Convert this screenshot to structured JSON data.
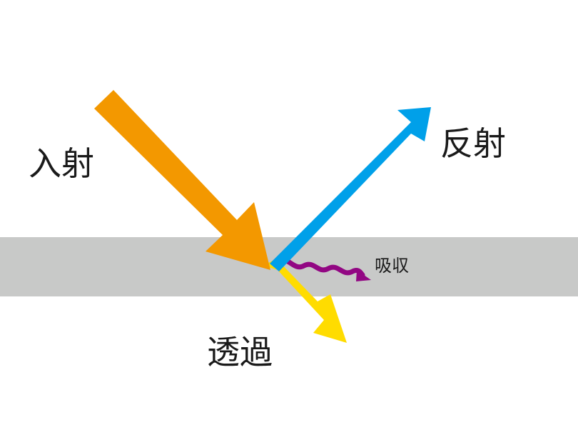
{
  "labels": {
    "incident": "入射",
    "reflection": "反射",
    "transmission": "透過",
    "absorption": "吸収"
  },
  "colors": {
    "medium": "#c8c9c8",
    "incident": "#f39800",
    "reflection": "#00a0e9",
    "transmission": "#ffdc00",
    "absorption": "#920783",
    "text": "#1a1a1a"
  }
}
